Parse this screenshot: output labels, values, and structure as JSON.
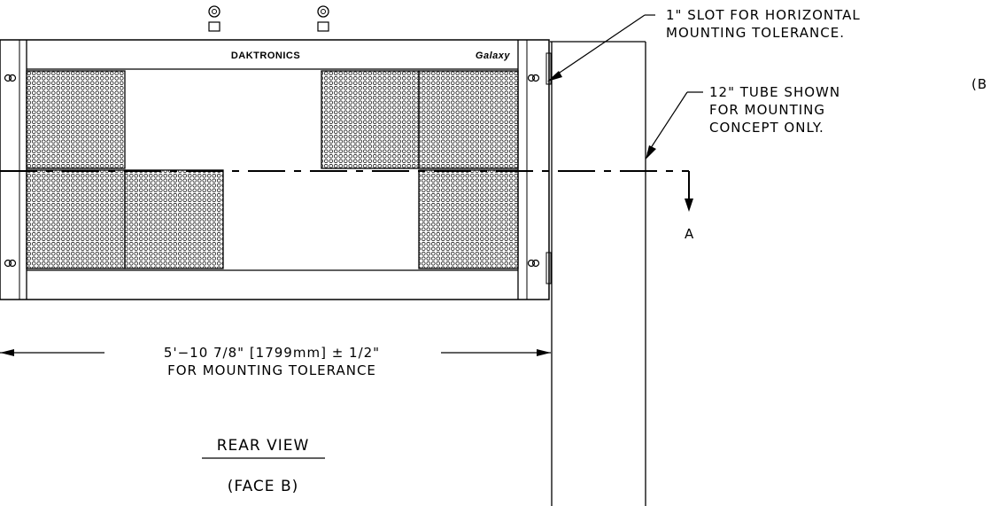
{
  "drawing": {
    "brand_left": "DAKTRONICS",
    "brand_right": "Galaxy",
    "view_title": "REAR VIEW",
    "view_subtitle": "(FACE B)",
    "section_marker": "A",
    "edge_label": "(B",
    "notes": {
      "slot_line1": "1\" SLOT FOR HORIZONTAL",
      "slot_line2": "MOUNTING TOLERANCE.",
      "tube_line1": "12\" TUBE SHOWN",
      "tube_line2": "FOR MOUNTING",
      "tube_line3": "CONCEPT ONLY."
    },
    "dimension": {
      "line1": "5'−10 7/8\" [1799mm] ± 1/2\"",
      "line2": "FOR MOUNTING TOLERANCE"
    },
    "modules": [
      {
        "name": "module-top-left",
        "row": 1,
        "col": 1,
        "populated": true
      },
      {
        "name": "module-top-2",
        "row": 1,
        "col": 2,
        "populated": false
      },
      {
        "name": "module-top-3",
        "row": 1,
        "col": 3,
        "populated": false
      },
      {
        "name": "module-top-4",
        "row": 1,
        "col": 4,
        "populated": true
      },
      {
        "name": "module-top-right",
        "row": 1,
        "col": 5,
        "populated": true
      },
      {
        "name": "module-bottom-left",
        "row": 2,
        "col": 1,
        "populated": true
      },
      {
        "name": "module-bottom-2",
        "row": 2,
        "col": 2,
        "populated": true
      },
      {
        "name": "module-bottom-3",
        "row": 2,
        "col": 3,
        "populated": false
      },
      {
        "name": "module-bottom-4",
        "row": 2,
        "col": 4,
        "populated": false
      },
      {
        "name": "module-bottom-right",
        "row": 2,
        "col": 5,
        "populated": true
      }
    ]
  }
}
